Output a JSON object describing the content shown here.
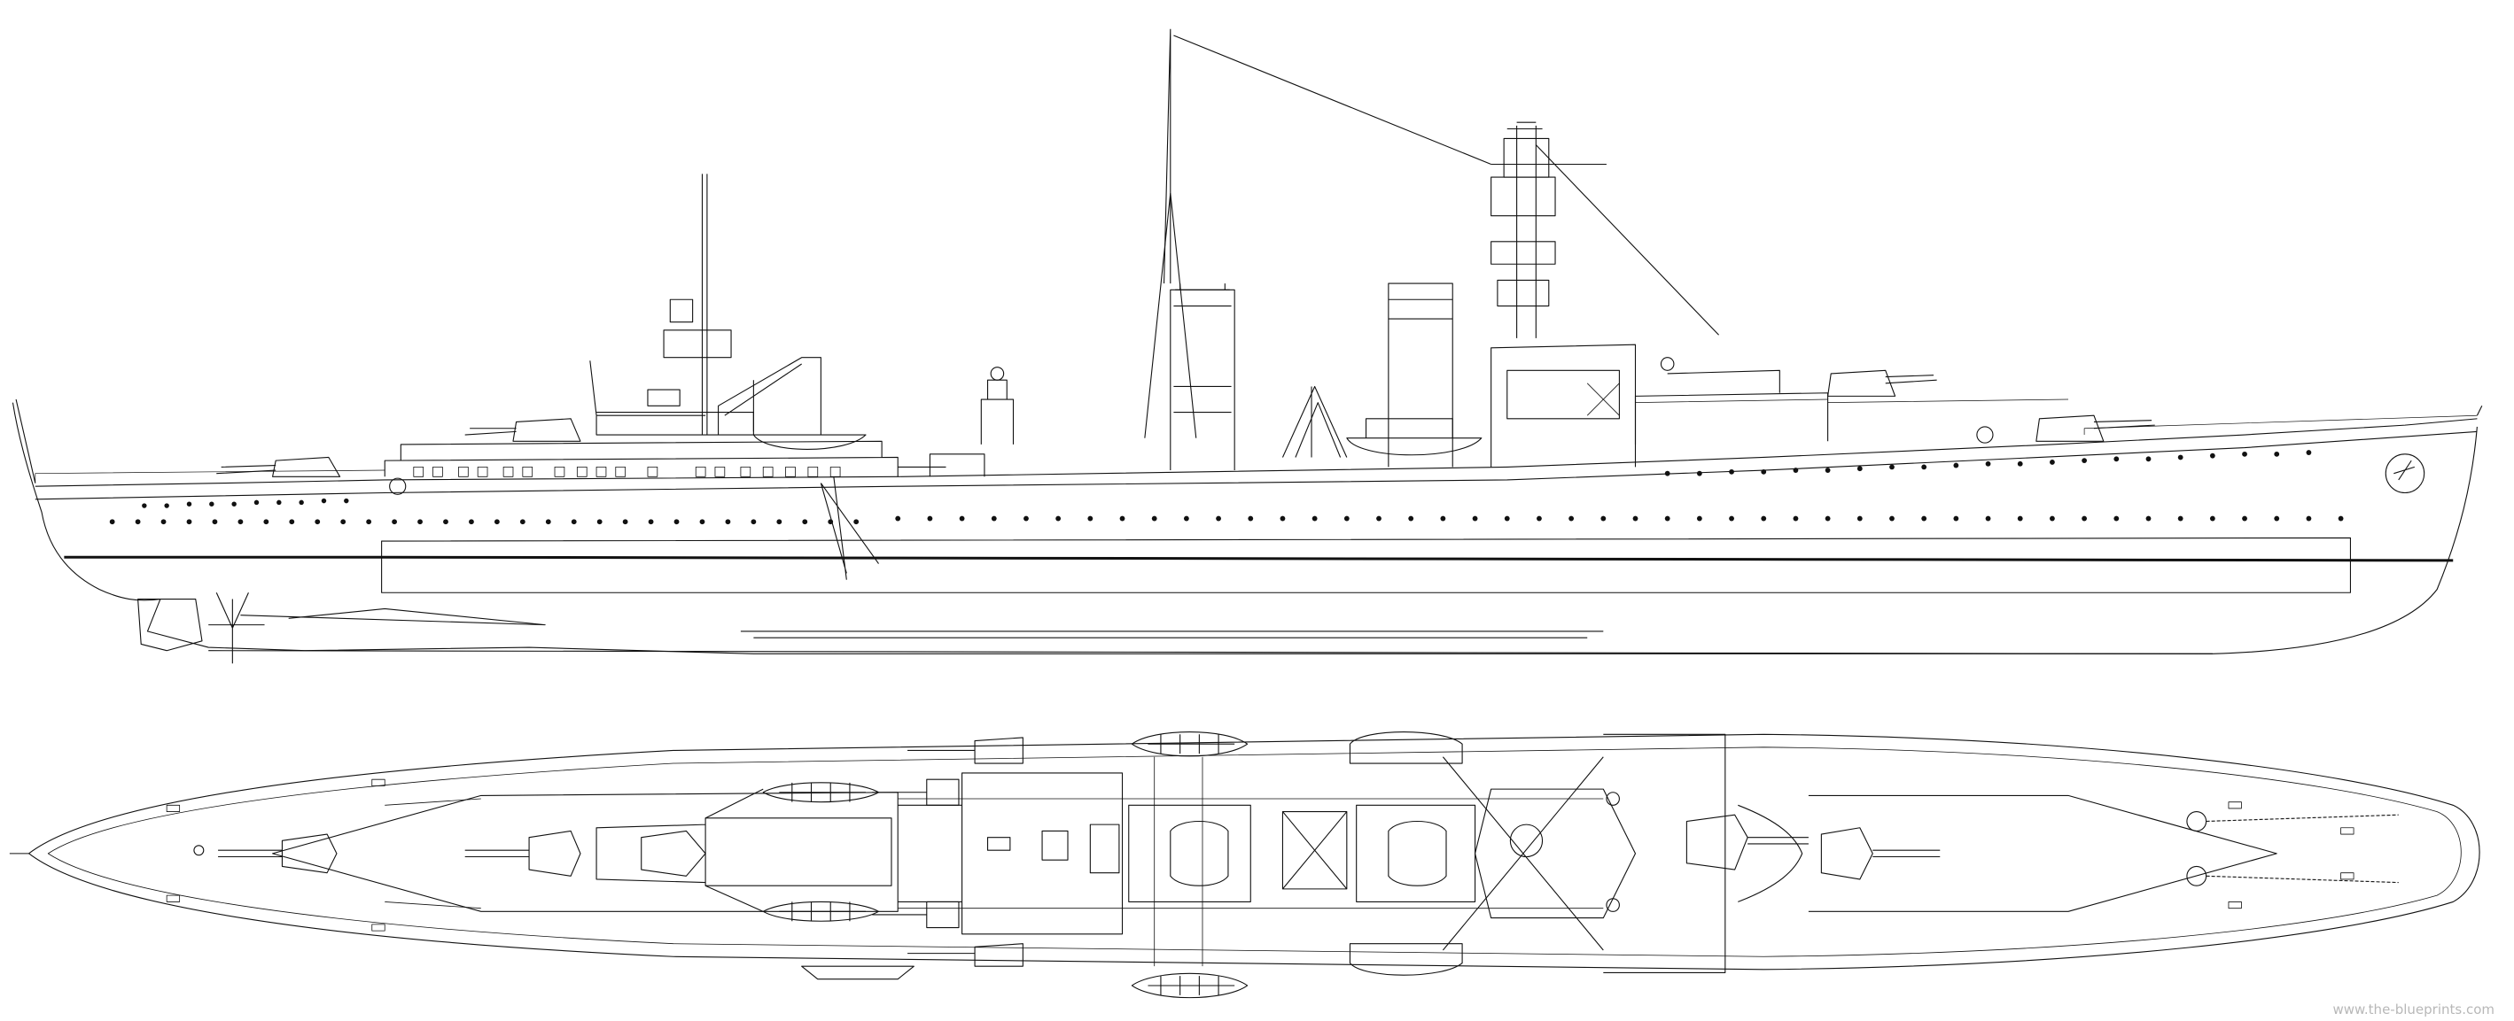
{
  "drawing": {
    "subject": "light cruiser line drawing",
    "views": [
      "side-profile",
      "plan-view"
    ],
    "line_color": "#111111",
    "background_color": "#ffffff"
  },
  "watermark": {
    "text": "www.the-blueprints.com"
  }
}
